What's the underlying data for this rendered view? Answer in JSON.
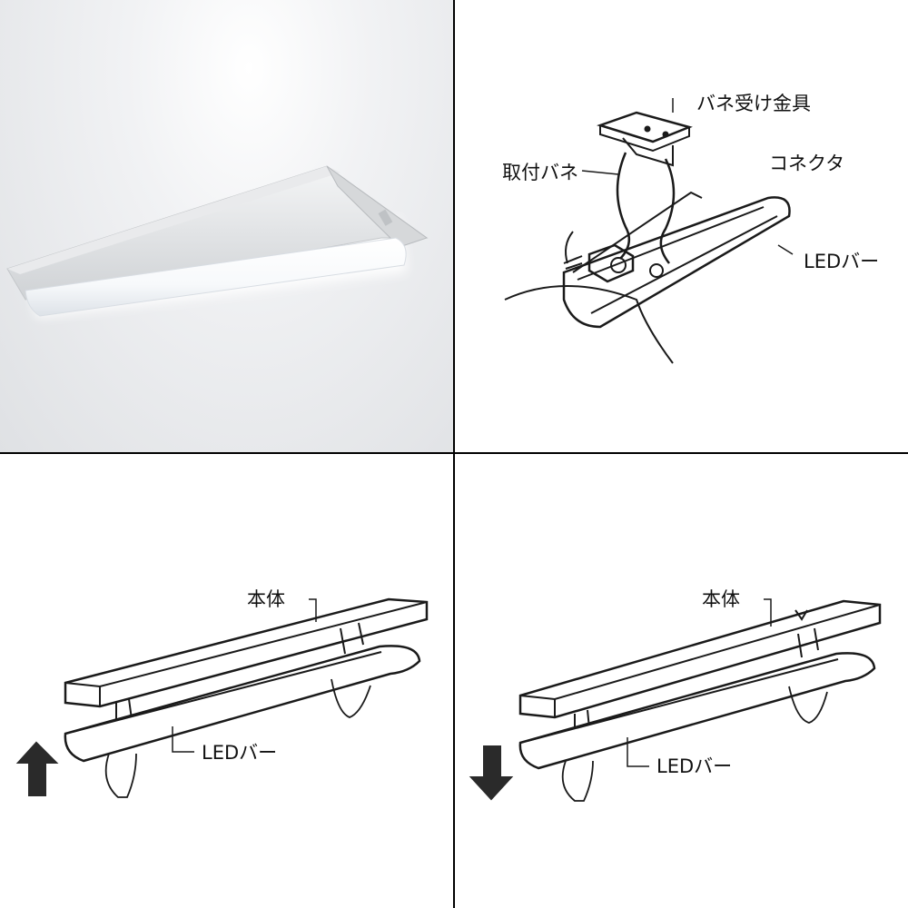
{
  "labels": {
    "spring_bracket": "バネ受け金具",
    "mount_spring": "取付バネ",
    "connector": "コネクタ",
    "led_bar": "LEDバー",
    "body": "本体"
  },
  "icons": {
    "install_step_arrow": "arrow-up-icon",
    "remove_step_arrow": "arrow-down-icon"
  },
  "colors": {
    "line": "#1a1a1a",
    "arrow": "#2a2a2a",
    "panel_border": "#000000"
  }
}
